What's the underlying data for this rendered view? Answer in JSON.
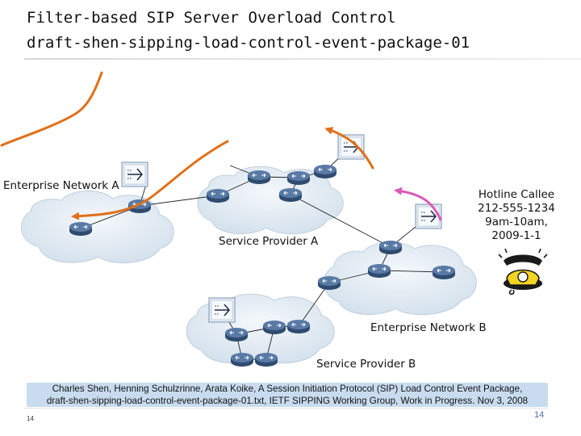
{
  "slide": {
    "title_line1": "Filter-based SIP Server Overload Control",
    "title_line2": "draft-shen-sipping-load-control-event-package-01",
    "labels": {
      "enterprise_a": "Enterprise Network A",
      "provider_a": "Service Provider A",
      "enterprise_b": "Enterprise Network B",
      "provider_b": "Service Provider B"
    },
    "callee": {
      "line1": "Hotline Callee",
      "line2": "212-555-1234",
      "line3": "9am-10am,",
      "line4": "2009-1-1"
    },
    "citation": {
      "line1": "Charles Shen, Henning Schulzrinne, Arata Koike, A Session Initiation Protocol (SIP) Load Control Event Package,",
      "line2": "draft-shen-sipping-load-control-event-package-01.txt, IETF SIPPING Working Group, Work in Progress. Nov 3, 2008"
    },
    "page_number_left": "14",
    "page_number_right": "14"
  },
  "colors": {
    "cloud_fill": "#dfe9f2",
    "router": "#4a6890",
    "server_icon_bg": "#dde7f1",
    "orange_arrow": "#e0701a",
    "pink_arrow": "#d95ab8",
    "citation_bg": "#c9dcef"
  }
}
